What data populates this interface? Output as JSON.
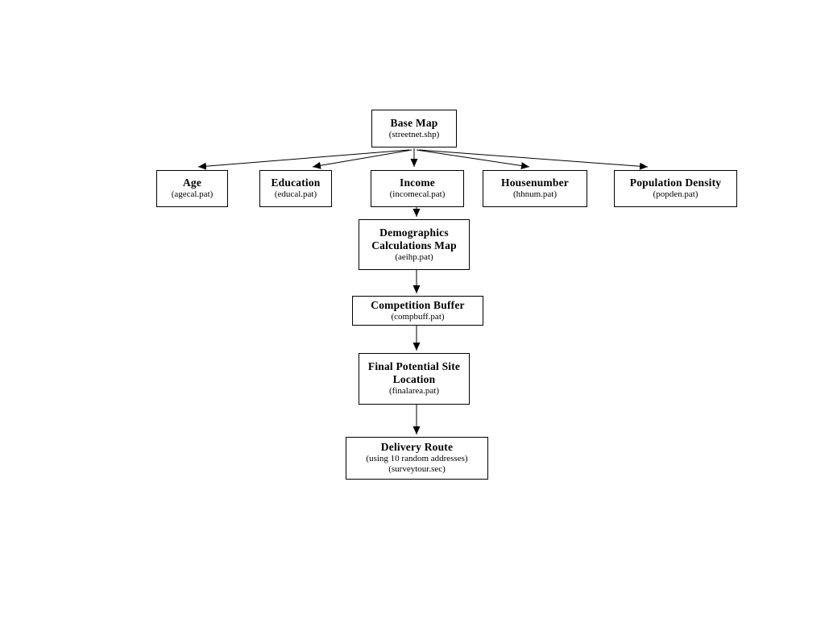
{
  "diagram": {
    "title": "GIS site-selection workflow flowchart",
    "line_color": "#000000",
    "box_fill": "#ffffff",
    "nodes": {
      "base_map": {
        "title": "Base Map",
        "subtitle": "(streetnet.shp)"
      },
      "age": {
        "title": "Age",
        "subtitle": "(agecal.pat)"
      },
      "education": {
        "title": "Education",
        "subtitle": "(educal.pat)"
      },
      "income": {
        "title": "Income",
        "subtitle": "(incomecal.pat)"
      },
      "housenumber": {
        "title": "Housenumber",
        "subtitle": "(hhnum.pat)"
      },
      "population_density": {
        "title": "Population Density",
        "subtitle": "(popden.pat)"
      },
      "demographics": {
        "title": "Demographics Calculations Map",
        "subtitle": "(aeihp.pat)"
      },
      "competition_buffer": {
        "title": "Competition Buffer",
        "subtitle": "(compbuff.pat)"
      },
      "final_site": {
        "title": "Final Potential Site Location",
        "subtitle": "(finalarea.pat)"
      },
      "delivery_route": {
        "title": "Delivery Route",
        "subtitle": "(using 10 random addresses)",
        "subtitle2": "(surveytour.sec)"
      }
    },
    "edges": [
      "base_map -> age",
      "base_map -> education",
      "base_map -> income",
      "base_map -> housenumber",
      "base_map -> population_density",
      "income -> demographics",
      "demographics -> competition_buffer",
      "competition_buffer -> final_site",
      "final_site -> delivery_route"
    ]
  }
}
